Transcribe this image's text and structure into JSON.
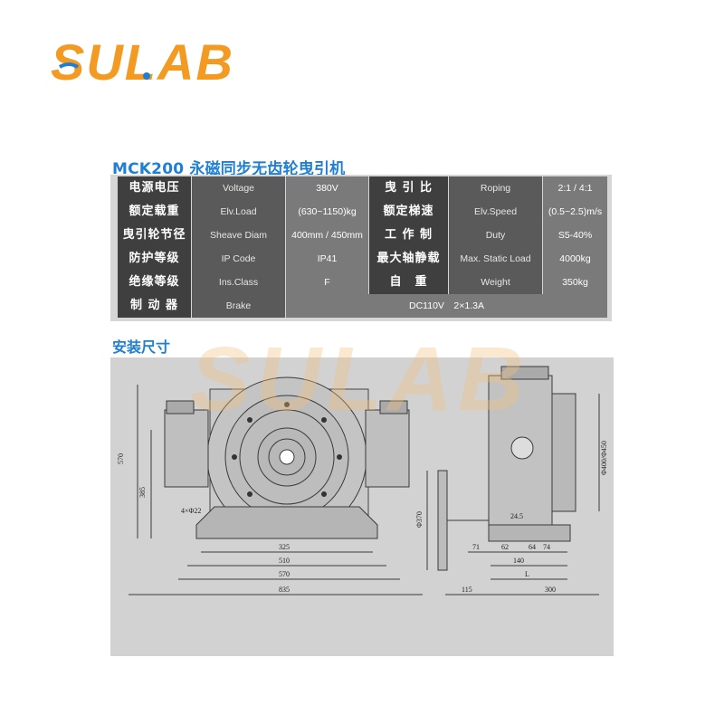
{
  "logo": {
    "text": "SULAB",
    "color": "#f39a22",
    "dot_color": "#1f7fd3"
  },
  "title": "MCK200 永磁同步无齿轮曳引机",
  "spec_rows": [
    {
      "zh1": "电源电压",
      "en1": "Voltage",
      "v1": "380V",
      "zh2": "曳 引 比",
      "en2": "Roping",
      "v2": "2:1 / 4:1"
    },
    {
      "zh1": "额定载重",
      "en1": "Elv.Load",
      "v1": "(630~1150)kg",
      "zh2": "额定梯速",
      "en2": "Elv.Speed",
      "v2": "(0.5~2.5)m/s"
    },
    {
      "zh1": "曳引轮节径",
      "en1": "Sheave Diam",
      "v1": "400mm / 450mm",
      "zh2": "工 作 制",
      "en2": "Duty",
      "v2": "S5-40%"
    },
    {
      "zh1": "防护等级",
      "en1": "IP Code",
      "v1": "IP41",
      "zh2": "最大轴静载",
      "en2": "Max. Static Load",
      "v2": "4000kg"
    },
    {
      "zh1": "绝缘等级",
      "en1": "Ins.Class",
      "v1": "F",
      "zh2": "自　重",
      "en2": "Weight",
      "v2": "350kg"
    }
  ],
  "brake_row": {
    "zh": "制 动 器",
    "en": "Brake",
    "value": "DC110V　2×1.3A"
  },
  "dims_title": "安装尺寸",
  "drawing": {
    "front_dims": [
      "570",
      "385",
      "4×Φ22",
      "325",
      "510",
      "570",
      "835"
    ],
    "side_dims": [
      "Φ400/Φ450",
      "Φ370",
      "24.5",
      "71",
      "62",
      "64",
      "140",
      "74",
      "L",
      "115",
      "300"
    ]
  },
  "watermark": "SULAB"
}
